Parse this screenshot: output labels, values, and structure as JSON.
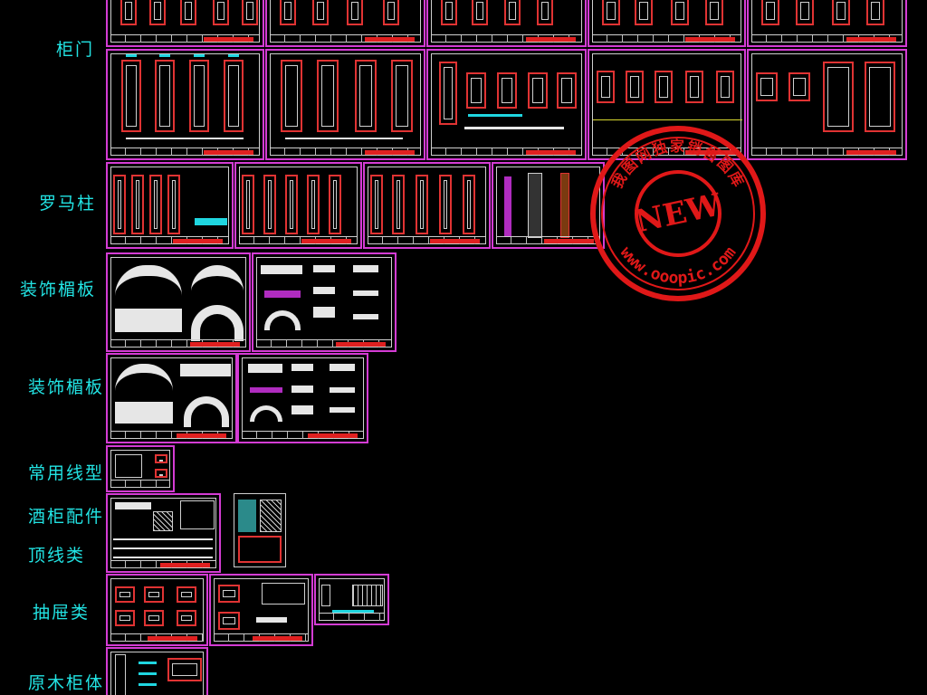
{
  "categories": [
    {
      "id": "cabinet-door",
      "label": "柜门"
    },
    {
      "id": "roman-column",
      "label": "罗马柱"
    },
    {
      "id": "decorative-lintel-1",
      "label": "装饰楣板"
    },
    {
      "id": "decorative-lintel-2",
      "label": "装饰楣板"
    },
    {
      "id": "common-moulding",
      "label": "常用线型"
    },
    {
      "id": "wine-cabinet-parts",
      "label": "酒柜配件"
    },
    {
      "id": "crown-moulding",
      "label": "顶线类"
    },
    {
      "id": "drawer",
      "label": "抽屉类"
    },
    {
      "id": "solid-wood-cabinet",
      "label": "原木柜体"
    }
  ],
  "watermark": {
    "badge_text": "NEW",
    "arc_text": "我图网独家销售图库",
    "site_text": "www.ooopic.com",
    "color": "#e01818"
  },
  "colors": {
    "background": "#000000",
    "label": "#22e3e3",
    "sheet_border": "#d43cd4",
    "line_red": "#e03333",
    "line_cyan": "#1fd6e0",
    "line_white": "#cfcfcf"
  }
}
